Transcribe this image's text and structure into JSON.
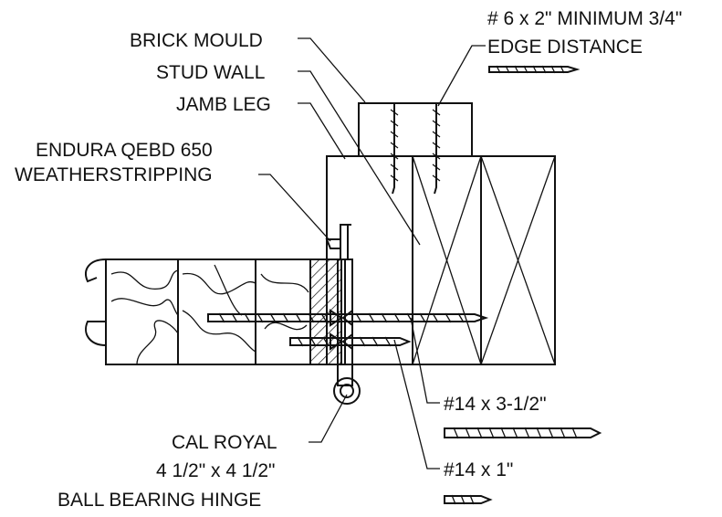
{
  "labels": {
    "brick_mould": "BRICK MOULD",
    "stud_wall": "STUD WALL",
    "jamb_leg": "JAMB LEG",
    "weatherstrip_line1": "ENDURA QEBD 650",
    "weatherstrip_line2": "WEATHERSTRIPPING",
    "nail_spec_line1": "# 6 x 2\" MINIMUM 3/4\"",
    "nail_spec_line2": "EDGE DISTANCE",
    "screw_long": "#14 x 3-1/2\"",
    "screw_short": "#14 x 1\"",
    "hinge_line1": "CAL ROYAL",
    "hinge_line2": "4 1/2\" x 4 1/2\"",
    "hinge_line3": "BALL BEARING HINGE"
  },
  "colors": {
    "ink": "#111111",
    "background": "#ffffff"
  }
}
